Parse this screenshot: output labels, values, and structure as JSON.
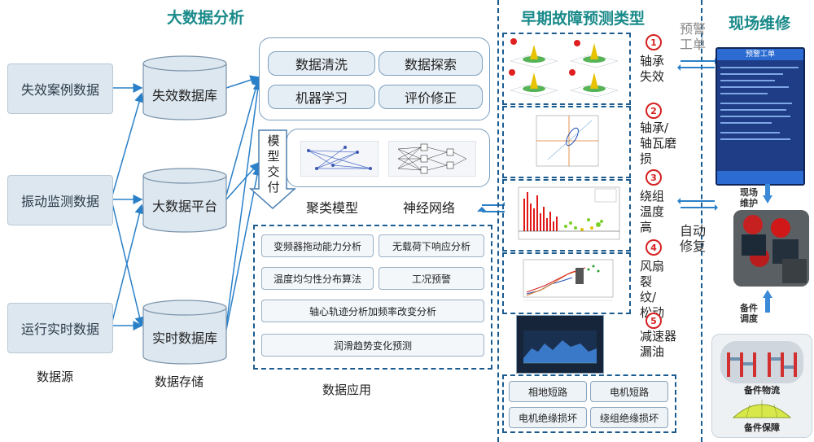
{
  "sections": {
    "big_data": "大数据分析",
    "fault_types": "早期故障预测类型",
    "field": "现场维修"
  },
  "sources": {
    "items": [
      "失效案例数据",
      "振动监测数据",
      "运行实时数据"
    ],
    "caption": "数据源"
  },
  "storage": {
    "items": [
      "失效数据库",
      "大数据平台",
      "实时数据库"
    ],
    "caption": "数据存储"
  },
  "analysis": {
    "ops": [
      "数据清洗",
      "数据探索",
      "机器学习",
      "评价修正"
    ],
    "delivery_label": "模型交付",
    "models": [
      "聚类模型",
      "神经网络"
    ]
  },
  "applications": {
    "items": [
      "变频器拖动能力分析",
      "无载荷下响应分析",
      "温度均匀性分布算法",
      "工况预警",
      "轴心轨迹分析加频率改变分析",
      "润滑趋势变化预测"
    ],
    "caption": "数据应用"
  },
  "faults": {
    "items": [
      {
        "num": "1",
        "label": "轴承失效"
      },
      {
        "num": "2",
        "label": "轴承/轴瓦磨损"
      },
      {
        "num": "3",
        "label": "绕组温度高"
      },
      {
        "num": "4",
        "label": "风扇裂纹/松动"
      },
      {
        "num": "5",
        "label": "减速器漏油"
      }
    ],
    "extra": [
      "相地短路",
      "电机短路",
      "电机绝缘损坏",
      "绕组绝缘损坏"
    ]
  },
  "links": {
    "warning_order": "预警工单",
    "auto_repair": "自动修复"
  },
  "field": {
    "phone_title": "预警工单",
    "repair": "现场维护",
    "spare_dispatch": "备件调度",
    "logistics": "备件物流",
    "guarantee": "备件保障"
  },
  "colors": {
    "title": "#1a8a8a",
    "panel_border": "#7c9fbf",
    "dashed": "#1c5b8e",
    "phone": "#1e3d86",
    "fault_num": "#d62020"
  }
}
